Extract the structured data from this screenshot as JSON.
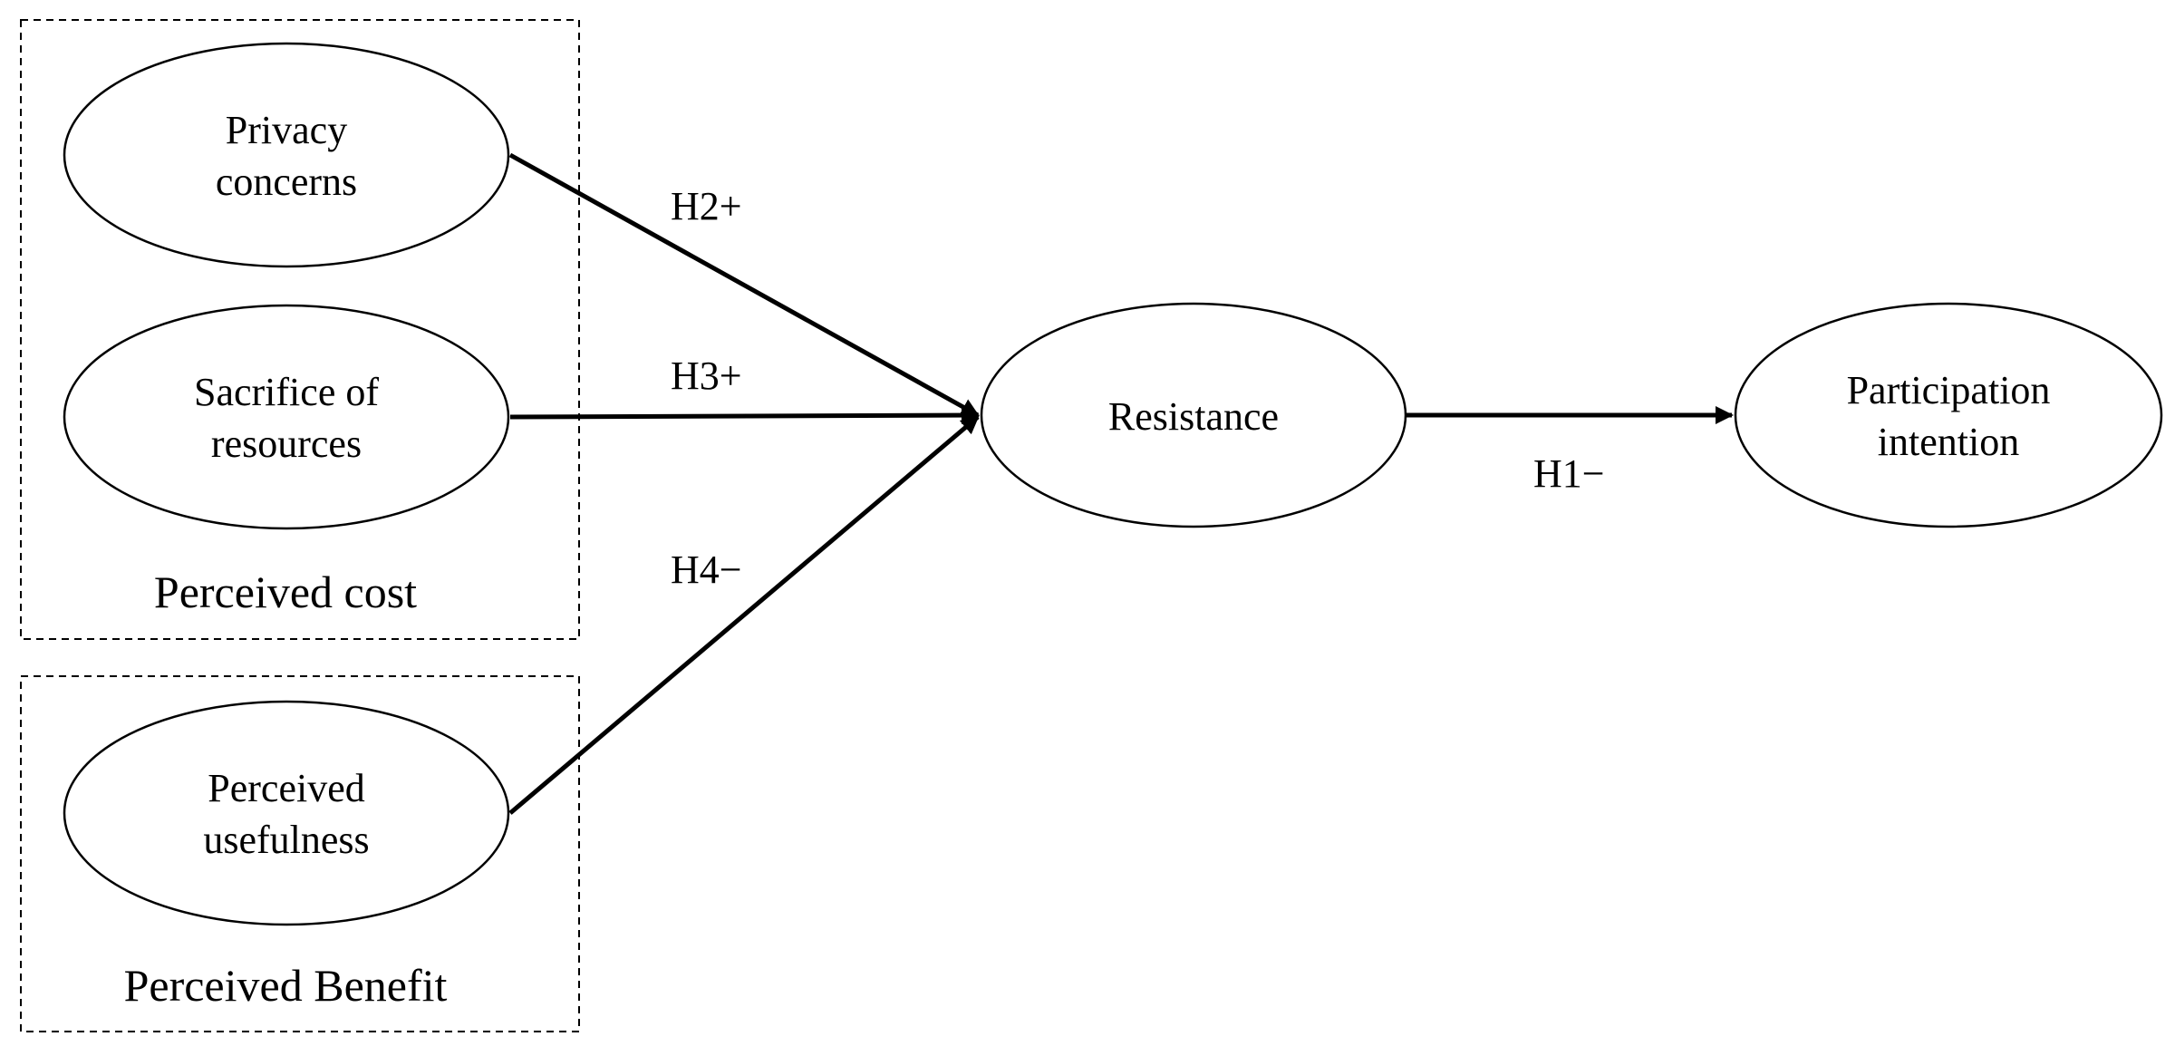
{
  "groups": {
    "cost": {
      "label": "Perceived cost"
    },
    "benefit": {
      "label": "Perceived Benefit"
    }
  },
  "nodes": {
    "privacy": {
      "line1": "Privacy",
      "line2": "concerns"
    },
    "sacrifice": {
      "line1": "Sacrifice of",
      "line2": "resources"
    },
    "usefulness": {
      "line1": "Perceived",
      "line2": "usefulness"
    },
    "resistance": {
      "line1": "Resistance"
    },
    "participation": {
      "line1": "Participation",
      "line2": "intention"
    }
  },
  "edges": {
    "h1": {
      "label": "H1−",
      "from": "Resistance",
      "to": "Participation intention"
    },
    "h2": {
      "label": "H2+",
      "from": "Privacy concerns",
      "to": "Resistance"
    },
    "h3": {
      "label": "H3+",
      "from": "Sacrifice of resources",
      "to": "Resistance"
    },
    "h4": {
      "label": "H4−",
      "from": "Perceived usefulness",
      "to": "Resistance"
    }
  }
}
